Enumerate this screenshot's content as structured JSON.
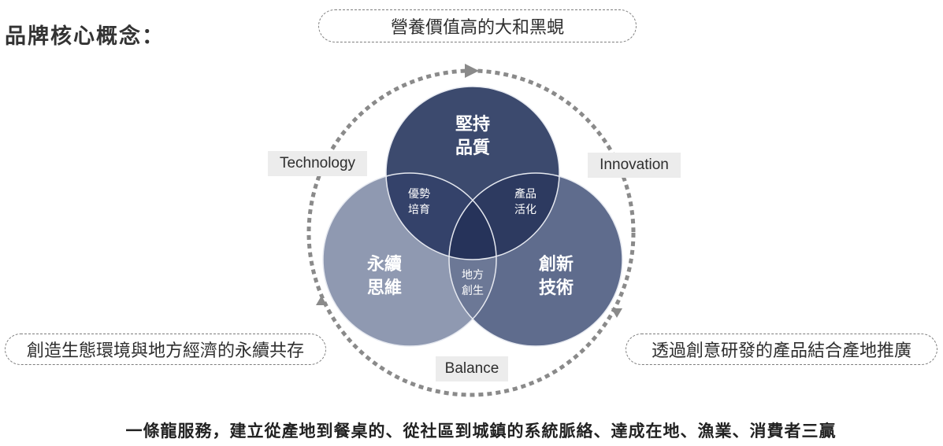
{
  "heading": "品牌核心概念：",
  "top_pill": "營養價值高的大和黑蜆",
  "left_pill": "創造生態環境與地方經濟的永續共存",
  "right_pill": "透過創意研發的產品結合產地推廣",
  "cycle_tags": {
    "technology": "Technology",
    "innovation": "Innovation",
    "balance": "Balance"
  },
  "circles": {
    "top": {
      "line1": "堅持",
      "line2": "品質",
      "color": "#3c4a6e"
    },
    "left": {
      "line1": "永續",
      "line2": "思維",
      "color": "#8f99b1"
    },
    "right": {
      "line1": "創新",
      "line2": "技術",
      "color": "#5f6c8d"
    }
  },
  "overlaps": {
    "top_left": {
      "line1": "優勢",
      "line2": "培育"
    },
    "top_right": {
      "line1": "產品",
      "line2": "活化"
    },
    "left_right": {
      "line1": "地方",
      "line2": "創生"
    }
  },
  "bottom_text": "一條龍服務，建立從產地到餐桌的、從社區到城鎮的系統脈絡、達成在地、漁業、消費者三贏",
  "colors": {
    "overlap_top_left": "#34426a",
    "overlap_top_right": "#2d3a60",
    "overlap_left_right": "#6c7896",
    "overlap_center": "#26335a",
    "dashed_ring": "#8a8a8a"
  }
}
